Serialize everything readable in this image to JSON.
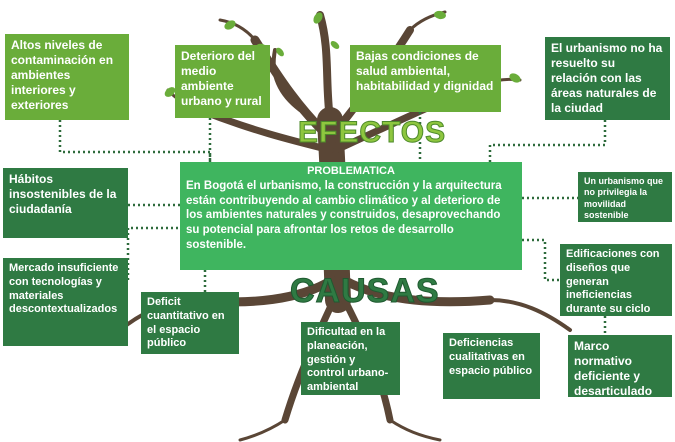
{
  "problema": {
    "title": "PROBLEMATICA",
    "text": "En Bogotá el urbanismo, la construcción y la arquitectura están contribuyendo al cambio climático y al deterioro de los ambientes naturales y construidos, desaprovechando su potencial para afrontar los retos de desarrollo sostenible."
  },
  "headings": {
    "efectos": "EFECTOS",
    "causas": "CAUSAS"
  },
  "efectos": [
    "Altos niveles de contaminación en ambientes interiores y exteriores",
    "Deterioro del medio ambiente urbano y rural",
    "Bajas condiciones de salud ambiental, habitabilidad y dignidad",
    "El urbanismo no ha resuelto su relación con las áreas naturales de la ciudad"
  ],
  "causas_izquierda": [
    "Hábitos insostenibles de la ciudadanía",
    "Mercado insuficiente con tecnologías y materiales descontextualizados",
    "Deficit cuantitativo en el espacio público"
  ],
  "causas_centro": [
    "Dificultad en la planeación, gestión y control urbano-ambiental",
    "Deficiencias cualitativas en espacio público"
  ],
  "causas_derecha": [
    "Un urbanismo que no privilegia la movilidad sostenible",
    "Edificaciones con diseños que generan ineficiencias durante su ciclo de vida",
    "Marco normativo deficiente y desarticulado"
  ],
  "colors": {
    "dark_green": "#2f7a43",
    "light_green": "#6aad3a",
    "problem_green": "#3fb55f",
    "trunk": "#5a4636",
    "dots": "#2e6b3c"
  }
}
